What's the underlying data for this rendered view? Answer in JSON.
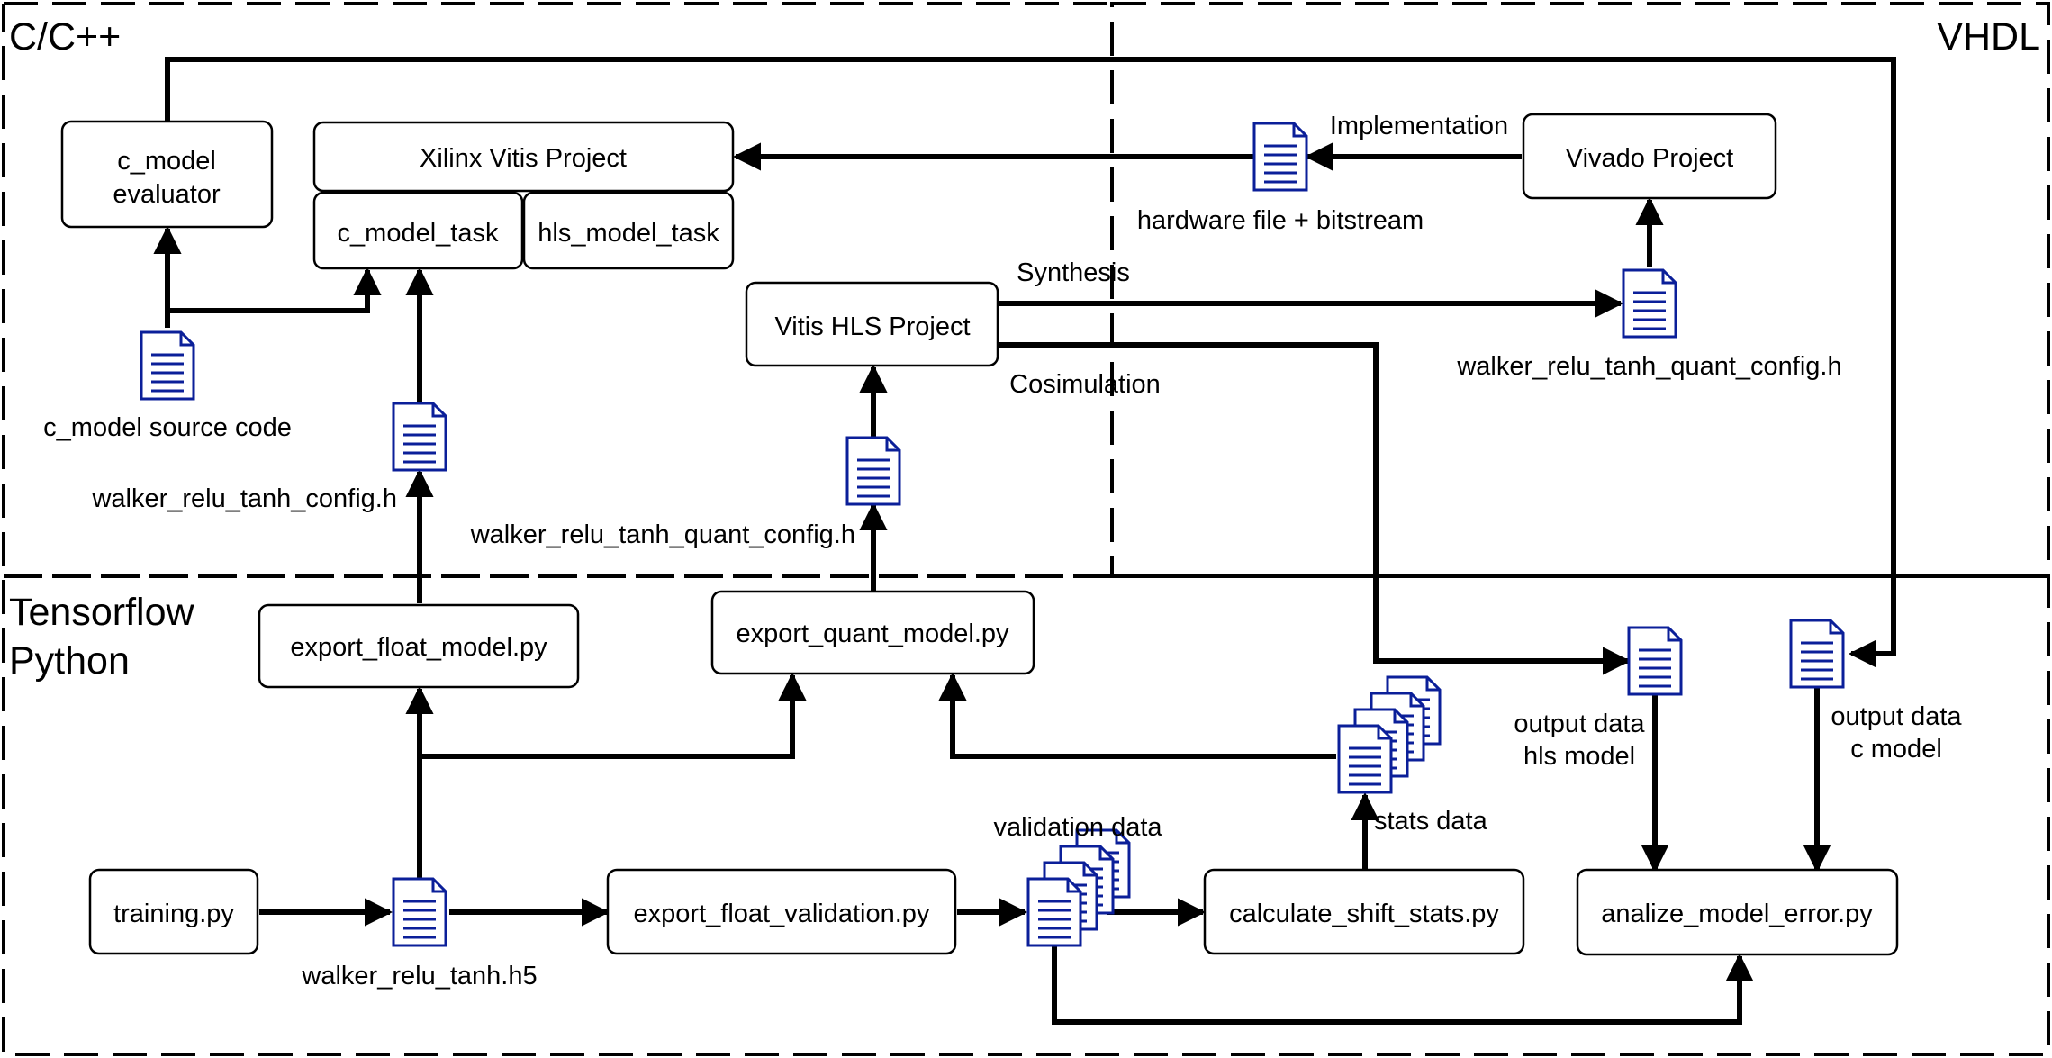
{
  "regions": {
    "cpp": "C/C++",
    "vhdl": "VHDL",
    "tf_line1": "Tensorflow",
    "tf_line2": "Python"
  },
  "boxes": {
    "c_model_evaluator_line1": "c_model",
    "c_model_evaluator_line2": "evaluator",
    "vitis_project": "Xilinx Vitis Project",
    "c_model_task": "c_model_task",
    "hls_model_task": "hls_model_task",
    "vivado_project": "Vivado Project",
    "vitis_hls_project": "Vitis HLS Project",
    "export_float_model": "export_float_model.py",
    "export_quant_model": "export_quant_model.py",
    "training": "training.py",
    "export_float_validation": "export_float_validation.py",
    "calculate_shift_stats": "calculate_shift_stats.py",
    "analize_model_error": "analize_model_error.py"
  },
  "files": {
    "c_model_source": "c_model source code",
    "float_config": "walker_relu_tanh_config.h",
    "quant_config_left": "walker_relu_tanh_quant_config.h",
    "quant_config_right": "walker_relu_tanh_quant_config.h",
    "hardware_file": "hardware file + bitstream",
    "h5_model": "walker_relu_tanh.h5",
    "validation_data": "validation data",
    "stats_data": "stats data",
    "output_hls_line1": "output data",
    "output_hls_line2": "hls model",
    "output_c_line1": "output data",
    "output_c_line2": "c model"
  },
  "edges": {
    "implementation": "Implementation",
    "synthesis": "Synthesis",
    "cosimulation": "Cosimulation"
  },
  "colors": {
    "file_icon": "#0b1f99",
    "line": "#000000"
  },
  "icons": {
    "file": "document-icon",
    "multi_file": "document-stack-icon"
  }
}
